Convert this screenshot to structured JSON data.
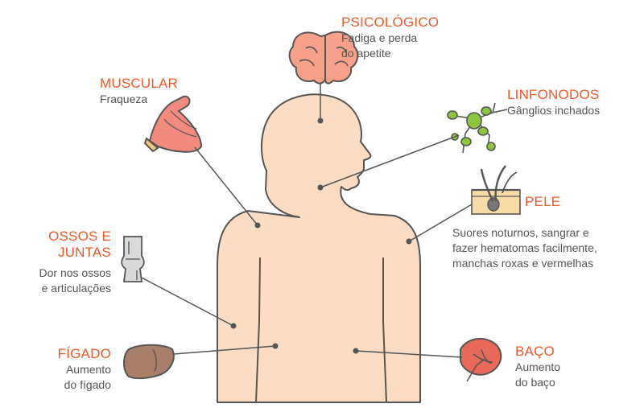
{
  "colors": {
    "accent": "#ef5a2a",
    "text": "#555555",
    "skin": "#fcdcc3",
    "outline": "#555555",
    "lines": "#555555"
  },
  "labels": {
    "psicologico": {
      "title": "PSICOLÓGICO",
      "desc1": "Fadiga e perda",
      "desc2": "do apetite"
    },
    "muscular": {
      "title": "MUSCULAR",
      "desc1": "Fraqueza"
    },
    "linfonodos": {
      "title": "LINFONODOS",
      "desc1": "Gânglios inchados"
    },
    "pele": {
      "title": "PELE",
      "desc1": "Suores noturnos, sangrar e",
      "desc2": "fazer hematomas facilmente,",
      "desc3": "manchas roxas e vermelhas"
    },
    "ossos": {
      "title1": "OSSOS E",
      "title2": "JUNTAS",
      "desc1": "Dor nos ossos",
      "desc2": "e articulações"
    },
    "figado": {
      "title": "FÍGADO",
      "desc1": "Aumento",
      "desc2": "do fígado"
    },
    "baco": {
      "title": "BAÇO",
      "desc1": "Aumento",
      "desc2": "do baço"
    }
  },
  "icons": [
    "brain-icon",
    "muscle-arm-icon",
    "lymph-nodes-icon",
    "skin-hair-icon",
    "bone-joint-icon",
    "liver-icon",
    "spleen-icon"
  ]
}
